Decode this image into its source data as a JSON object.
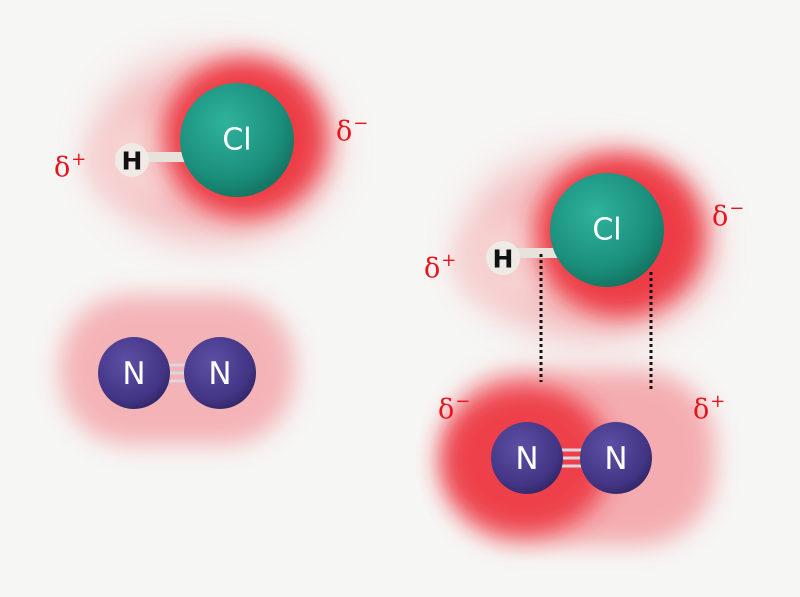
{
  "colors": {
    "chlorine": "#1e9a86",
    "nitrogen": "#4a3c8e",
    "cloud": "#ec2630",
    "charge_text": "#e8141c",
    "dotted_line": "#111111"
  },
  "left_panel": {
    "hcl": {
      "h_label": "H",
      "cl_label": "Cl",
      "h_charge": "δ",
      "h_charge_sign": "+",
      "cl_charge": "δ",
      "cl_charge_sign": "−"
    },
    "n2": {
      "n1_label": "N",
      "n2_label": "N",
      "bond": "triple"
    }
  },
  "right_panel": {
    "hcl": {
      "h_label": "H",
      "cl_label": "Cl",
      "h_charge": "δ",
      "h_charge_sign": "+",
      "cl_charge": "δ",
      "cl_charge_sign": "−"
    },
    "n2": {
      "n1_label": "N",
      "n2_label": "N",
      "bond": "triple",
      "left_charge": "δ",
      "left_charge_sign": "−",
      "right_charge": "δ",
      "right_charge_sign": "+"
    },
    "interaction": "dotted lines"
  }
}
